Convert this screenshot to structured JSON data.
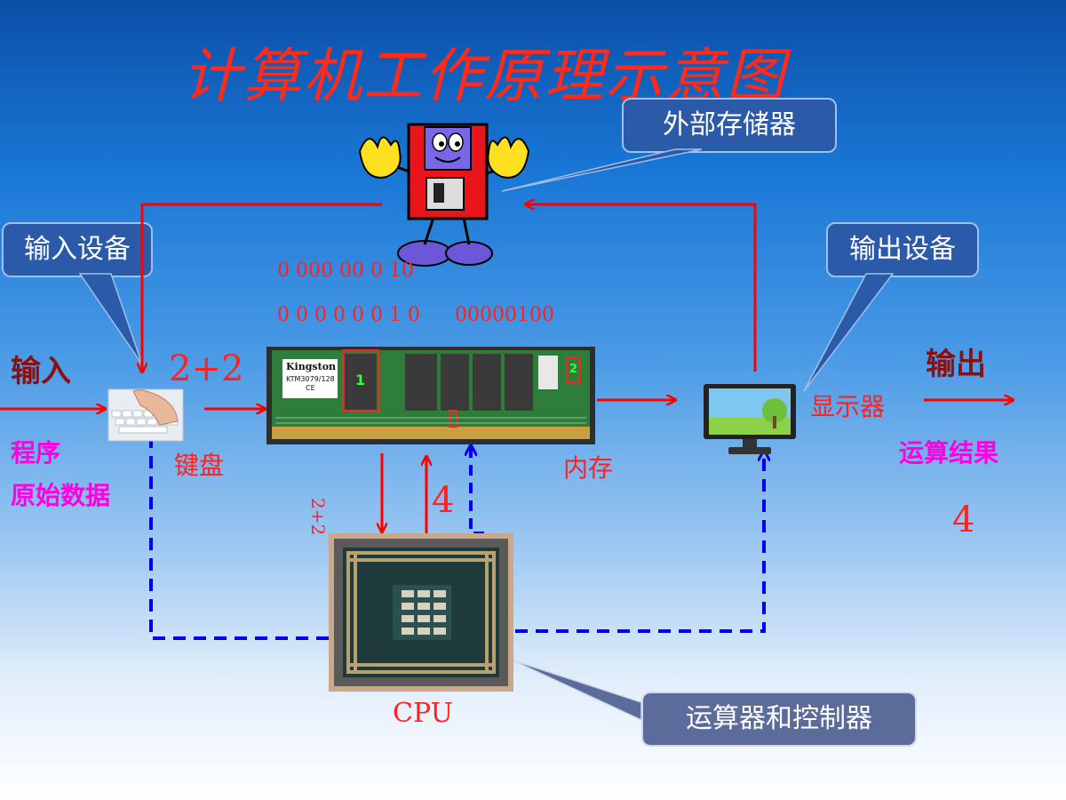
{
  "title": "计算机工作原理示意图",
  "callouts": {
    "external_storage": "外部存储器",
    "input_device": "输入设备",
    "output_device": "输出设备",
    "alu_control": "运算器和控制器"
  },
  "labels": {
    "input": "输入",
    "program": "程序",
    "raw_data": "原始数据",
    "keyboard": "键盘",
    "memory": "内存",
    "display": "显示器",
    "output": "输出",
    "result": "运算结果",
    "result_value": "4",
    "cpu": "CPU",
    "expr_input": "2+2",
    "expr_to_cpu": "2+2",
    "cpu_result": "4",
    "binary_1": "0 000 00 0 10",
    "binary_2": "0 0 0 0 0 0 1 0",
    "binary_3": "00000100"
  },
  "ram": {
    "brand": "Kingston",
    "model": "KTM3079/128",
    "suffix": "CE",
    "chip1": "1",
    "chip2": "2"
  },
  "colors": {
    "signal_arrow": "#ff0000",
    "control_arrow": "#0000ee"
  }
}
